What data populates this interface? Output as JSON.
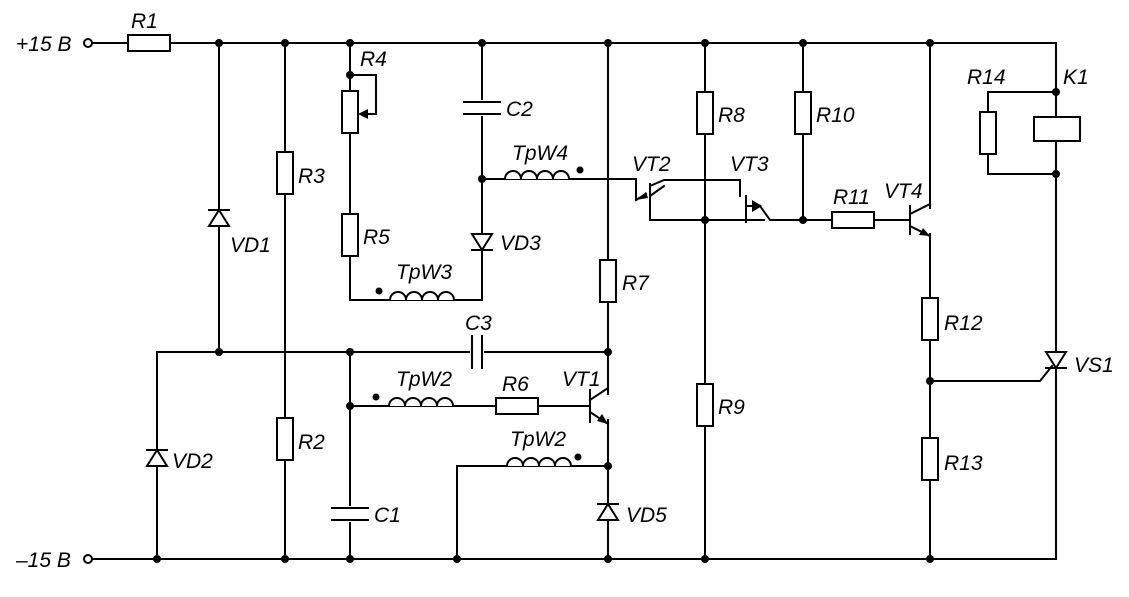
{
  "terminals": {
    "plus": "+15 В",
    "minus": "–15 В"
  },
  "labels": {
    "R1": "R1",
    "R2": "R2",
    "R3": "R3",
    "R4": "R4",
    "R5": "R5",
    "R6": "R6",
    "R7": "R7",
    "R8": "R8",
    "R9": "R9",
    "R10": "R10",
    "R11": "R11",
    "R12": "R12",
    "R13": "R13",
    "R14": "R14",
    "C1": "C1",
    "C2": "C2",
    "C3": "C3",
    "VD1": "VD1",
    "VD2": "VD2",
    "VD3": "VD3",
    "VD5": "VD5",
    "VT1": "VT1",
    "VT2": "VT2",
    "VT3": "VT3",
    "VT4": "VT4",
    "VS1": "VS1",
    "K1": "K1",
    "TpW2a": "TpW2",
    "TpW2b": "TpW2",
    "TpW3": "TpW3",
    "TpW4": "TpW4"
  }
}
